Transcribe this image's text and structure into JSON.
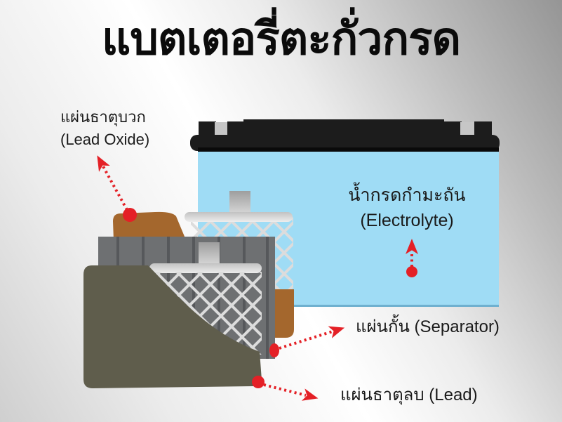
{
  "title": "แบตเตอรี่ตะกั่วกรด",
  "labels": {
    "positive_plate": {
      "line1": "แผ่นธาตุบวก",
      "line2": "(Lead Oxide)"
    },
    "electrolyte": {
      "line1": "น้ำกรดกำมะถัน",
      "line2": "(Electrolyte)"
    },
    "separator": {
      "text": "แผ่นกั้น (Separator)"
    },
    "negative_plate": {
      "text": "แผ่นธาตุลบ (Lead)"
    }
  },
  "colors": {
    "electrolyte_blue": "#9fdcf5",
    "blue_bottom_edge": "#6fb0cf",
    "lid_black": "#1c1c1c",
    "lid_dark_strip": "#0a0a0a",
    "terminal_gray": "#c6c6c6",
    "positive_brown": "#a4672d",
    "grid_gray": "#6e7072",
    "groove_gray": "#56585b",
    "negative_olive": "#5f5d4c",
    "mesh_line": "#dcdcdc",
    "arrow_red": "#e42026",
    "text_black": "#1a1a1a"
  }
}
